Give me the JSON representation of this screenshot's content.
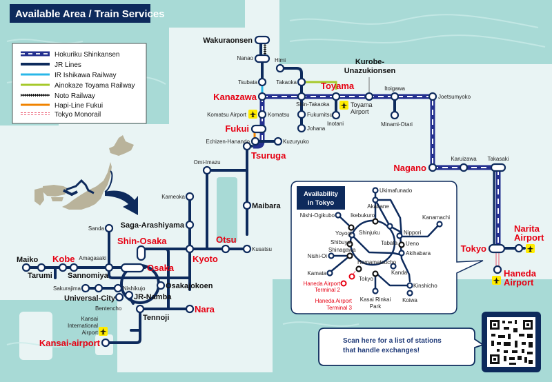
{
  "title": "Available Area / Train Services",
  "colors": {
    "navy": "#0d2a5c",
    "shinkansen": "#24308f",
    "ir_ishikawa": "#2ab7e8",
    "ainokaze": "#a6c92a",
    "hapi_line": "#f08300",
    "monorail": "#e9546b",
    "red_label": "#e60012",
    "sea": "#a8dad6",
    "land": "#e9f4f4",
    "airport_badge": "#ffec00"
  },
  "legend": [
    {
      "label": "Hokuriku Shinkansen",
      "style": "shinkansen"
    },
    {
      "label": "JR Lines",
      "style": "jr"
    },
    {
      "label": "IR Ishikawa Railway",
      "style": "ir"
    },
    {
      "label": "Ainokaze Toyama Railway",
      "style": "ainokaze"
    },
    {
      "label": "Noto Railway",
      "style": "noto"
    },
    {
      "label": "Hapi-Line Fukui",
      "style": "hapi"
    },
    {
      "label": "Tokyo Monorail",
      "style": "monorail"
    }
  ],
  "stations": {
    "wakuraonsen": "Wakuraonsen",
    "nanao": "Nanao",
    "tsubata": "Tsubata",
    "kanazawa": "Kanazawa",
    "komatsu": "Komatsu",
    "komatsu_airport": "Komatsu Airport",
    "fukui": "Fukui",
    "echizen_hanando": "Echizen-Hanando",
    "kuzuryuko": "Kuzuryuko",
    "tsuruga": "Tsuruga",
    "himi": "Himi",
    "takaoka": "Takaoka",
    "shin_takaoka": "Shin-Takaoka",
    "fukumitsu": "Fukumitsu",
    "johana": "Johana",
    "toyama": "Toyama",
    "inotani": "Inotani",
    "toyama_airport_1": "Toyama",
    "toyama_airport_2": "Airport",
    "kurobe_1": "Kurobe-",
    "kurobe_2": "Unazukionsen",
    "itoigawa": "Itoigawa",
    "minami_otari": "Minami-Otari",
    "joetsumyoko": "Joetsumyoko",
    "nagano": "Nagano",
    "karuizawa": "Karuizawa",
    "takasaki": "Takasaki",
    "tokyo": "Tokyo",
    "narita_1": "Narita",
    "narita_2": "Airport",
    "haneda_1": "Haneda",
    "haneda_2": "Airport",
    "omi_imazu": "Omi-Imazu",
    "maibara": "Maibara",
    "kameoka": "Kameoka",
    "saga_arashiyama": "Saga-Arashiyama",
    "otsu": "Otsu",
    "kusatsu": "Kusatsu",
    "kyoto": "Kyoto",
    "shin_osaka": "Shin-Osaka",
    "osaka": "Osaka",
    "sanda": "Sanda",
    "amagasaki": "Amagasaki",
    "maiko": "Maiko",
    "tarumi": "Tarumi",
    "kobe": "Kobe",
    "sannomiya": "Sannomiya",
    "sakurajima": "Sakurajima",
    "nishikujo": "Nishikujo",
    "universal_city": "Universal-City",
    "jr_namba": "JR-Namba",
    "osakajokoen": "Osakajokoen",
    "bentencho": "Bentencho",
    "tennoji": "Tennoji",
    "nara": "Nara",
    "kix_1": "Kansai",
    "kix_2": "International",
    "kix_3": "Airport",
    "kansai_airport": "Kansai-airport"
  },
  "tokyo_inset": {
    "title_1": "Availability",
    "title_2": "in Tokyo",
    "stations": {
      "ukimafunado": "Ukimafunado",
      "akabane": "Akabane",
      "nishi_ogikubo": "Nishi-Ogikubo",
      "ikebukuro": "Ikebukuro",
      "kanamachi": "Kanamachi",
      "yoyogi": "Yoyogi",
      "shinjuku": "Shinjuku",
      "nippori": "Nippori",
      "tabata": "Tabata",
      "ueno": "Ueno",
      "shibuya": "Shibuya",
      "shinagawa": "Shinagawa",
      "akihabara": "Akihabara",
      "nishi_oi": "Nishi-Oi",
      "hamamatsucho": "Hamamatsucho",
      "kanda": "Kanda",
      "kamata": "Kamata",
      "tokyo": "Tokyo",
      "kinshicho": "Kinshicho",
      "haneda_t2_1": "Haneda Airport",
      "haneda_t2_2": "Terminal 2",
      "haneda_t3_1": "Haneda Airport",
      "haneda_t3_2": "Terminal 3",
      "kasai_1": "Kasai Rinkai",
      "kasai_2": "Park",
      "koiwa": "Koiwa"
    }
  },
  "qr_callout": {
    "line1": "Scan here for a list of stations",
    "line2": "that handle exchanges!"
  },
  "icons": {
    "airport": "airplane-icon",
    "qr": "qr-code-icon"
  }
}
